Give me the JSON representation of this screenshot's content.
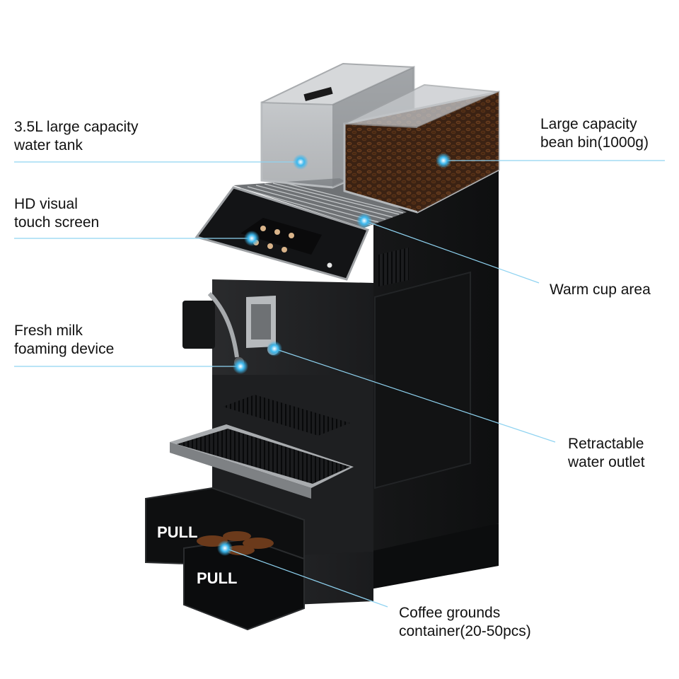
{
  "accent_color": "#3cb8ee",
  "callouts": [
    {
      "id": "water-tank",
      "lines": [
        "3.5L large capacity",
        "water tank"
      ]
    },
    {
      "id": "hd-screen",
      "lines": [
        "HD visual",
        "touch screen"
      ]
    },
    {
      "id": "milk-foaming",
      "lines": [
        "Fresh milk",
        "foaming device"
      ]
    },
    {
      "id": "bean-bin",
      "lines": [
        "Large capacity",
        "bean bin(1000g)"
      ]
    },
    {
      "id": "warm-cup",
      "lines": [
        "Warm cup area"
      ]
    },
    {
      "id": "water-outlet",
      "lines": [
        "Retractable",
        "water outlet"
      ]
    },
    {
      "id": "grounds-container",
      "lines": [
        "Coffee grounds",
        "container(20-50pcs)"
      ]
    }
  ],
  "drawer_labels": [
    "PULL",
    "PULL"
  ]
}
